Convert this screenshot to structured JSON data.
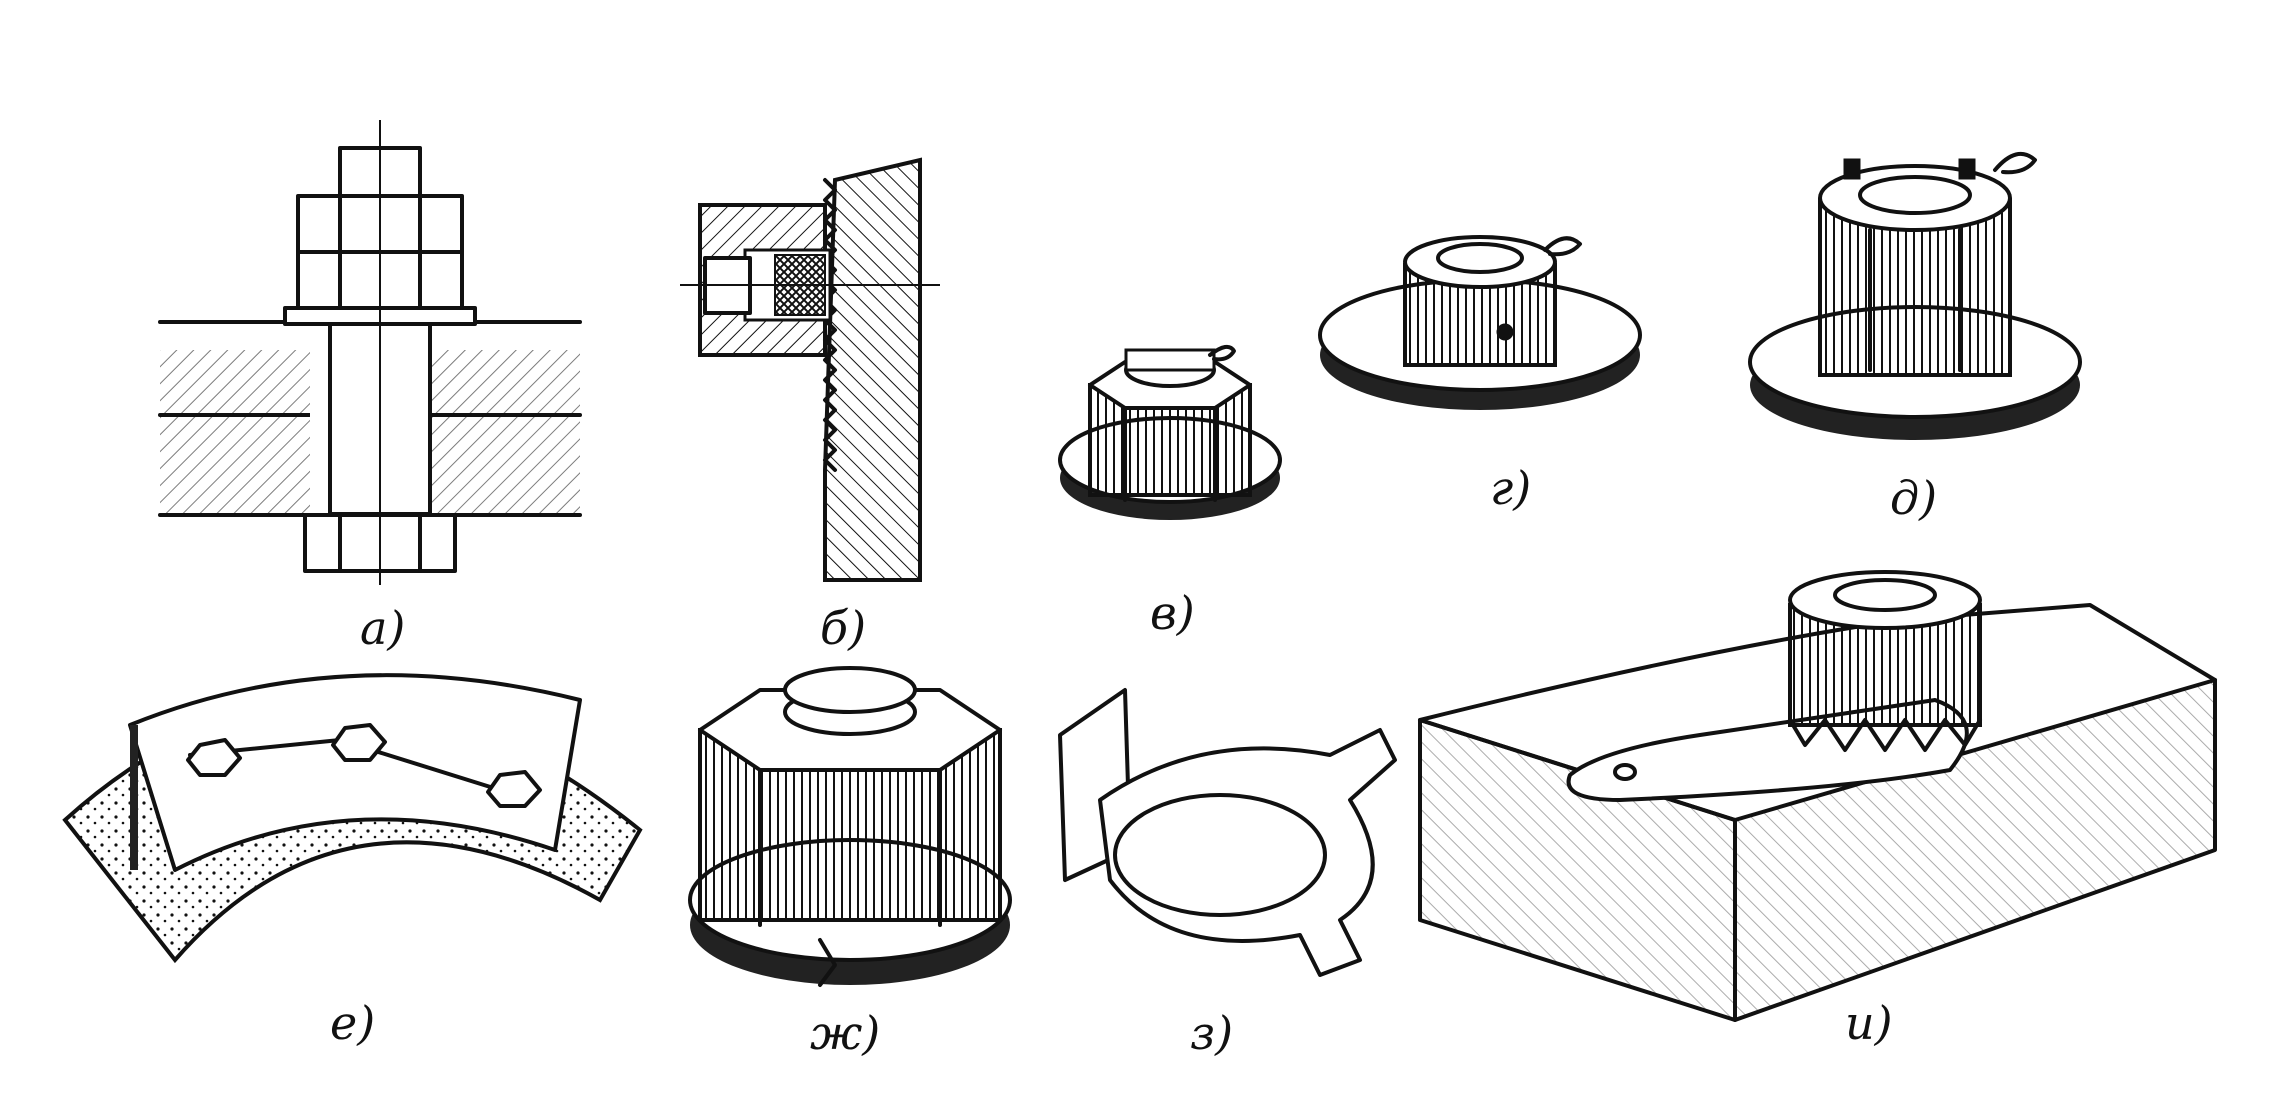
{
  "figure": {
    "panels": [
      {
        "id": "a",
        "label": "а)"
      },
      {
        "id": "b",
        "label": "б)"
      },
      {
        "id": "v",
        "label": "в)"
      },
      {
        "id": "g",
        "label": "г)"
      },
      {
        "id": "d",
        "label": "д)"
      },
      {
        "id": "e",
        "label": "е)"
      },
      {
        "id": "zh",
        "label": "ж)"
      },
      {
        "id": "z",
        "label": "з)"
      },
      {
        "id": "i",
        "label": "и)"
      }
    ]
  }
}
